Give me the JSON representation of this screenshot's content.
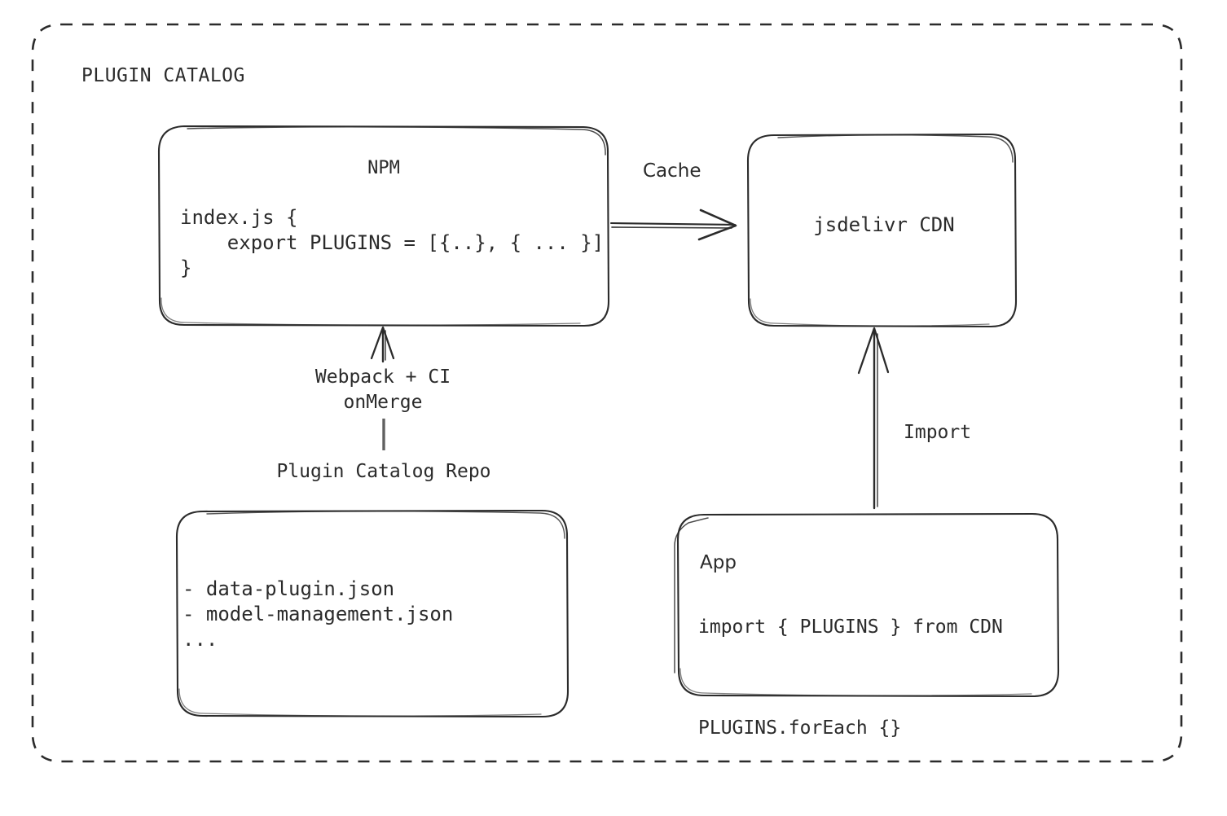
{
  "diagram": {
    "title": "PLUGIN CATALOG",
    "background_color": "#ffffff",
    "stroke_color": "#2b2b2b",
    "nodes": {
      "npm": {
        "label": "NPM",
        "code": "index.js {\n    export PLUGINS = [{..}, { ... }]\n}"
      },
      "cdn": {
        "label": "jsdelivr CDN"
      },
      "repo": {
        "caption": "Plugin Catalog Repo",
        "items": "- data-plugin.json\n- model-management.json\n..."
      },
      "app": {
        "label": "App",
        "code": "import { PLUGINS } from CDN\n\nPLUGINS.forEach {}"
      }
    },
    "edges": {
      "cache": {
        "label": "Cache",
        "from": "npm",
        "to": "cdn",
        "direction": "right"
      },
      "build": {
        "label": "Webpack + CI\nonMerge",
        "from": "repo",
        "to": "npm",
        "direction": "up"
      },
      "import": {
        "label": "Import",
        "from": "app",
        "to": "cdn",
        "direction": "up"
      }
    }
  }
}
